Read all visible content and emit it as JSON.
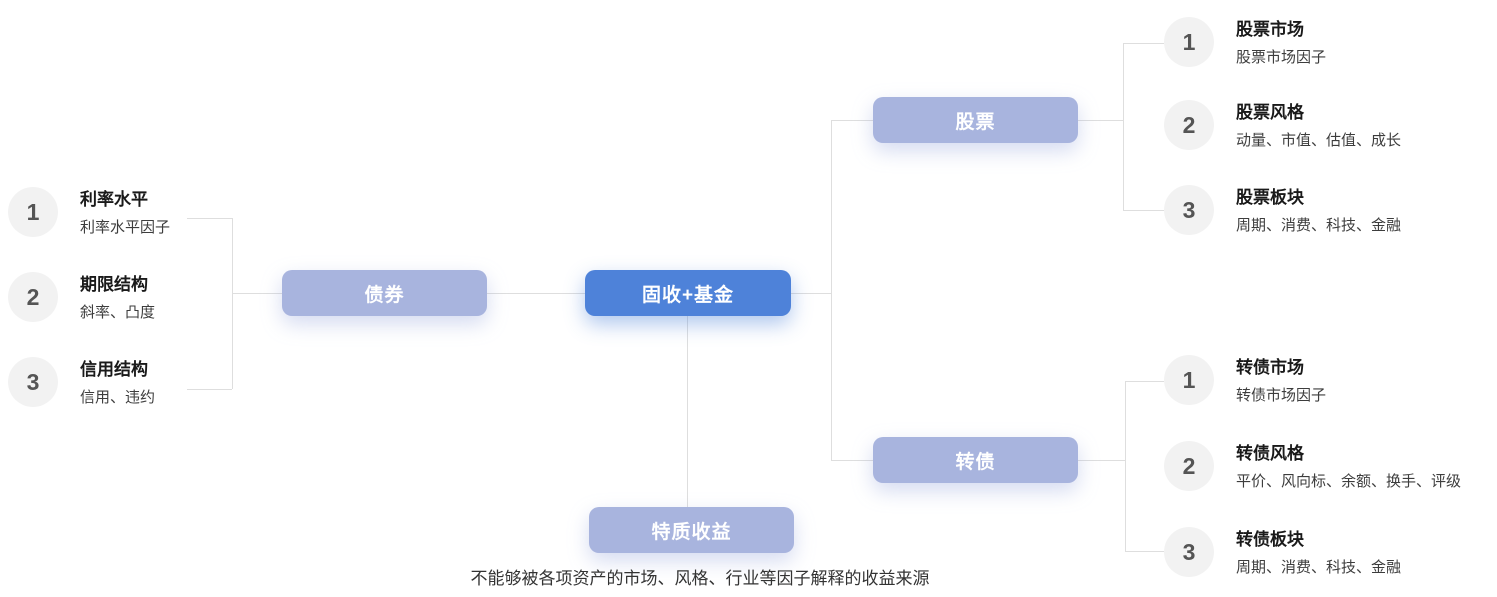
{
  "colors": {
    "root_box": "#4e82d9",
    "branch_box": "#a8b4de",
    "circle_bg": "#f2f2f2",
    "circle_num": "#555555",
    "item_title": "#1a1a1a",
    "item_desc": "#3d3d3d",
    "connector": "#dedede",
    "box_text": "#ffffff",
    "caption_text": "#333333"
  },
  "diagram": {
    "root_label": "固收+基金",
    "branches": {
      "bond": "债券",
      "stock": "股票",
      "convertible": "转债",
      "idiosyncratic": "特质收益"
    },
    "caption": "不能够被各项资产的市场、风格、行业等因子解释的收益来源",
    "bond_factors": [
      {
        "num": "1",
        "title": "利率水平",
        "desc": "利率水平因子"
      },
      {
        "num": "2",
        "title": "期限结构",
        "desc": "斜率、凸度"
      },
      {
        "num": "3",
        "title": "信用结构",
        "desc": "信用、违约"
      }
    ],
    "stock_factors": [
      {
        "num": "1",
        "title": "股票市场",
        "desc": "股票市场因子"
      },
      {
        "num": "2",
        "title": "股票风格",
        "desc": "动量、市值、估值、成长"
      },
      {
        "num": "3",
        "title": "股票板块",
        "desc": "周期、消费、科技、金融"
      }
    ],
    "convertible_factors": [
      {
        "num": "1",
        "title": "转债市场",
        "desc": "转债市场因子"
      },
      {
        "num": "2",
        "title": "转债风格",
        "desc": "平价、风向标、余额、换手、评级"
      },
      {
        "num": "3",
        "title": "转债板块",
        "desc": "周期、消费、科技、金融"
      }
    ]
  }
}
